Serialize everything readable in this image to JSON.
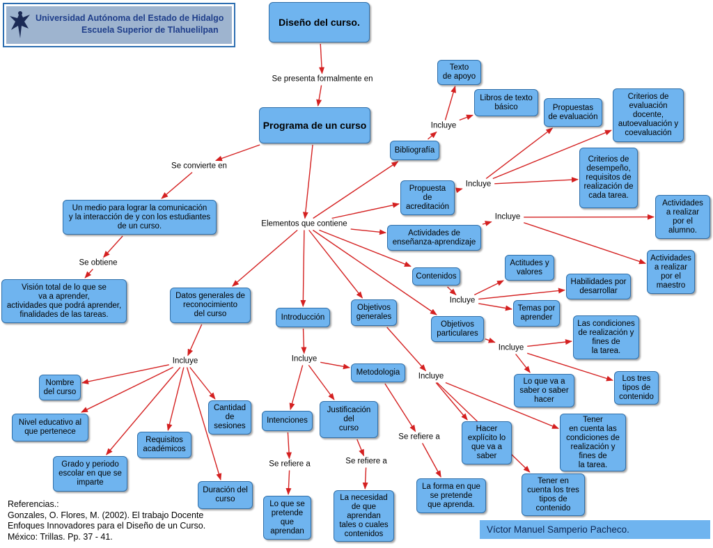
{
  "header": {
    "university": "Universidad Autónoma del Estado de Hidalgo",
    "school": "Escuela Superior de Tlahuelilpan",
    "logo_icon": "eagle-logo-icon"
  },
  "nodes": {
    "diseno": "Diseño del curso.",
    "programa": "Programa de un curso",
    "medio": "Un medio para lograr la comunicación\ny la interacción de y con los estudiantes\nde un curso.",
    "vision": "Visión total de lo que se\nva a aprender,\nactividades que podrá aprender,\nfinalidades de las tareas.",
    "datos": "Datos generales de\nreconocimiento\ndel curso",
    "nombre": "Nombre\ndel curso",
    "nivel": "Nivel educativo al\nque pertenece",
    "grado": "Grado y periodo\nescolar en que se\nimparte",
    "requisitos": "Requisitos\nacadémicos",
    "cantidad": "Cantidad\nde\nsesiones",
    "duracion": "Duración del\ncurso",
    "introduccion": "Introducción",
    "intenciones": "Intenciones",
    "justificacion": "Justificación\ndel\ncurso",
    "lo_que_pretende": "Lo que se\npretende\nque\naprendan",
    "necesidad": "La necesidad\nde que\naprendan\ntales o cuales\ncontenidos",
    "objgen": "Objetivos\ngenerales",
    "metodologia": "Metodologia",
    "forma": "La forma en que\nse pretende\nque aprenda.",
    "hacer_explicito": "Hacer\nexplícito lo\nque va a\nsaber",
    "tener_condiciones": "Tener\nen cuenta las\ncondiciones de\nrealización y\nfines de\nla tarea.",
    "tener_tipos": "Tener en\ncuenta los tres\ntipos de\ncontenido",
    "bibliografia": "Bibliografía",
    "texto_apoyo": "Texto\nde apoyo",
    "libros": "Libros de texto\nbásico",
    "propuesta_acred": "Propuesta\nde\nacreditación",
    "propuestas_eval": "Propuestas\nde evaluación",
    "criterios_eval": "Criterios de\nevaluación\ndocente,\nautoevaluación y\ncoevaluación",
    "criterios_desemp": "Criterios de\ndesempeño,\nrequisitos de\nrealización de\ncada tarea.",
    "actividades": "Actividades de\nenseñanza-aprendizaje",
    "act_alumno": "Actividades\na realizar\npor el\nalumno.",
    "act_maestro": "Actividades\na realizar\npor el\nmaestro",
    "contenidos": "Contenidos",
    "actitudes": "Actitudes y\nvalores",
    "habilidades": "Habilidades por\ndesarrollar",
    "temas": "Temas por\naprender",
    "objpart": "Objetivos\nparticulares",
    "condiciones": "Las condiciones\nde realización y\nfines de\nla tarea.",
    "tres_tipos": "Los tres\ntipos de\ncontenido",
    "lo_que_va": "Lo que va a\nsaber o saber\nhacer"
  },
  "labels": {
    "se_presenta": "Se presenta formalmente en",
    "se_convierte": "Se convierte en",
    "se_obtiene": "Se obtiene",
    "elementos": "Elementos que contiene",
    "incluye_datos": "Incluye",
    "incluye_intro": "Incluye",
    "se_refiere_int": "Se refiere a",
    "se_refiere_just": "Se refiere a",
    "se_refiere_met": "Se refiere a",
    "incluye_obj": "Incluye",
    "incluye_biblio": "Incluye",
    "incluye_acred": "Incluye",
    "incluye_act": "Incluye",
    "incluye_cont": "Incluye",
    "incluye_part": "Incluye"
  },
  "references": {
    "title": "Referencias.:",
    "line1": "Gonzales, O. Flores, M. (2002). El trabajo Docente",
    "line2": "Enfoques Innovadores para el Diseño de un Curso.",
    "line3": "México: Trillas. Pp. 37 - 41."
  },
  "author": "Víctor Manuel Samperio Pacheco.",
  "colors": {
    "node_fill": "#6fb4ef",
    "node_border": "#2f6ea8",
    "arrow": "#d42020",
    "university_text": "#1f3e8a"
  }
}
